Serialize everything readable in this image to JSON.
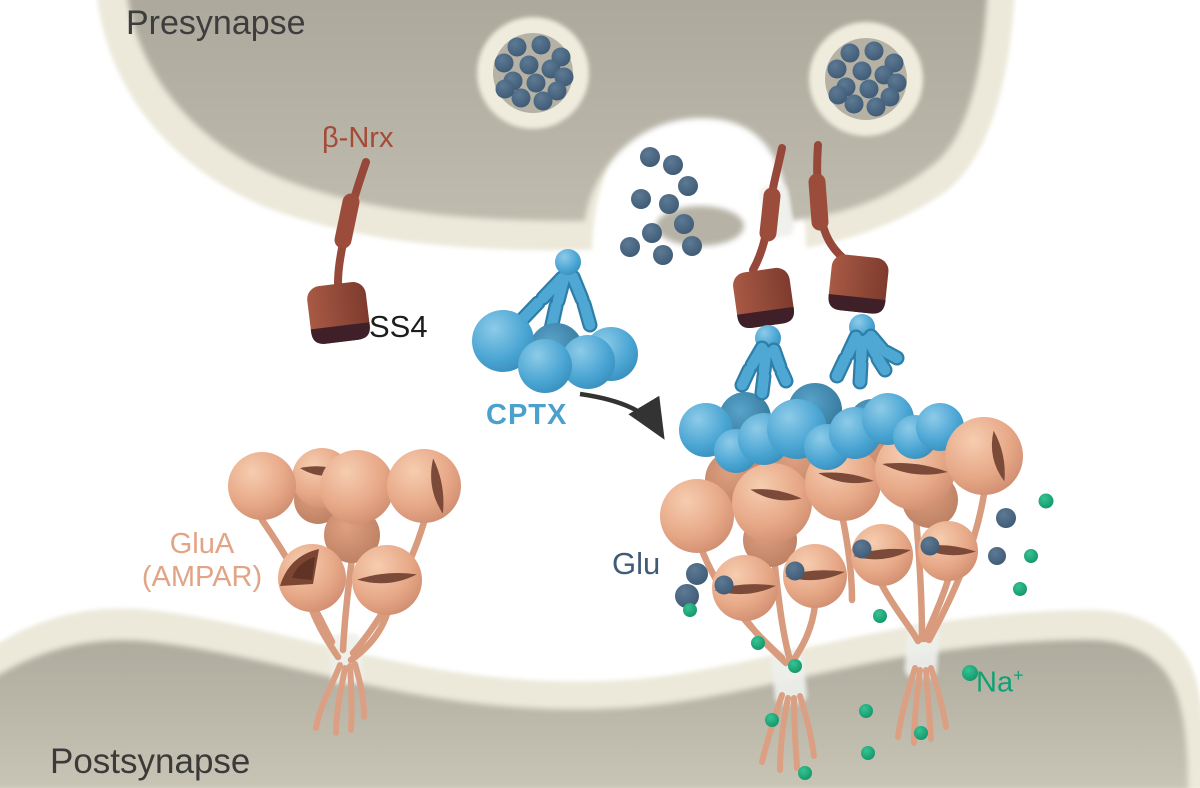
{
  "labels": {
    "presynapse": "Presynapse",
    "postsynapse": "Postsynapse",
    "beta_neurexin": "β-Nrx",
    "splice_site": "SS4",
    "cptx": "CPTX",
    "glua_line1": "GluA",
    "glua_line2": "(AMPAR)",
    "glutamate": "Glu",
    "sodium": "Na",
    "sodium_charge": "+"
  },
  "colors": {
    "background": "#ffffff",
    "membrane_edge_cream": "#ece9da",
    "cell_interior_gray": "#b4b0a4",
    "beta_neurexin_brown": "#9a4a38",
    "beta_neurexin_dark_tip": "#3f2028",
    "cptx_blue": "#4aa5d3",
    "ampar_salmon": "#e7a988",
    "glutamate_dot_slate": "#3f5c76",
    "sodium_green": "#12a173",
    "label_dark_gray": "#3e3d3e",
    "label_rust": "#a34b36",
    "label_blue": "#4ba0ce",
    "label_salmon": "#e2a486",
    "arrow_dark": "#333333"
  }
}
